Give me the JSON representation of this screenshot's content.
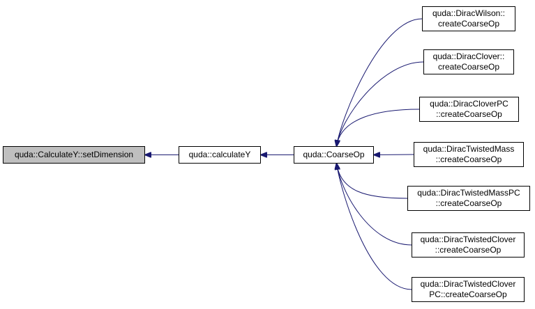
{
  "colors": {
    "edge": "#191970",
    "border": "#000000",
    "current_fill": "#bfbfbf",
    "fill": "#ffffff"
  },
  "nodes": {
    "set_dimension": {
      "lines": [
        "quda::CalculateY::setDimension"
      ],
      "current": true
    },
    "calculate_y": {
      "lines": [
        "quda::calculateY"
      ]
    },
    "coarse_op": {
      "lines": [
        "quda::CoarseOp"
      ]
    },
    "dirac_wilson": {
      "lines": [
        "quda::DiracWilson::",
        "createCoarseOp"
      ]
    },
    "dirac_clover": {
      "lines": [
        "quda::DiracClover::",
        "createCoarseOp"
      ]
    },
    "dirac_clover_pc": {
      "lines": [
        "quda::DiracCloverPC",
        "::createCoarseOp"
      ]
    },
    "dirac_twisted_mass": {
      "lines": [
        "quda::DiracTwistedMass",
        "::createCoarseOp"
      ]
    },
    "dirac_twisted_mass_pc": {
      "lines": [
        "quda::DiracTwistedMassPC",
        "::createCoarseOp"
      ]
    },
    "dirac_twisted_clover": {
      "lines": [
        "quda::DiracTwistedClover",
        "::createCoarseOp"
      ]
    },
    "dirac_twisted_clover_pc": {
      "lines": [
        "quda::DiracTwistedClover",
        "PC::createCoarseOp"
      ]
    }
  },
  "edges": [
    {
      "from": "calculate_y",
      "to": "set_dimension"
    },
    {
      "from": "coarse_op",
      "to": "calculate_y"
    },
    {
      "from": "dirac_wilson",
      "to": "coarse_op"
    },
    {
      "from": "dirac_clover",
      "to": "coarse_op"
    },
    {
      "from": "dirac_clover_pc",
      "to": "coarse_op"
    },
    {
      "from": "dirac_twisted_mass",
      "to": "coarse_op"
    },
    {
      "from": "dirac_twisted_mass_pc",
      "to": "coarse_op"
    },
    {
      "from": "dirac_twisted_clover",
      "to": "coarse_op"
    },
    {
      "from": "dirac_twisted_clover_pc",
      "to": "coarse_op"
    }
  ]
}
